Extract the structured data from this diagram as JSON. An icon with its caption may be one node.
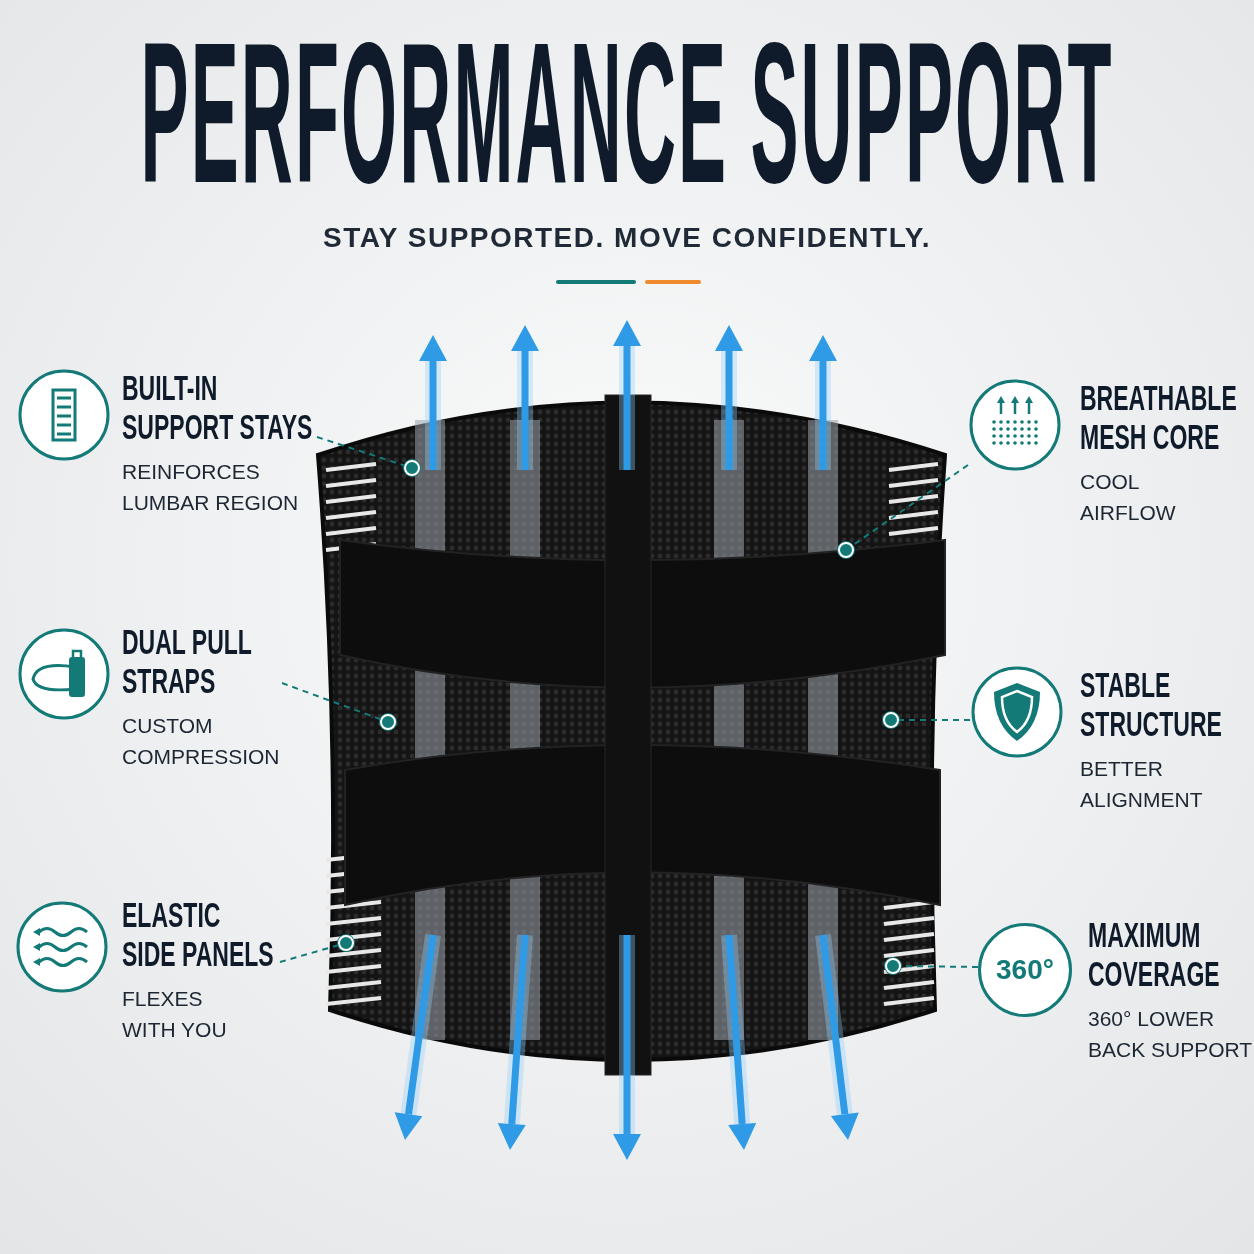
{
  "diagram": {
    "title": "PERFORMANCE SUPPORT",
    "nodes": [
      {
        "text": [
          "BUILT-IN SUPPORT STAYS",
          "REINFORCES LUMBAR REGION"
        ]
      },
      {
        "text": [
          "BREATHABLE MESH CORE",
          "COOL AIRFLOW"
        ]
      },
      {
        "text": [
          "DUAL PULL STRAPS",
          "CUSTOM COMPRESSION"
        ]
      },
      {
        "text": [
          "STABLE STRUCTURE",
          "BETTER ALIGNMENT"
        ]
      },
      {
        "text": [
          "ELASTIC SIDE PANELS",
          "FLEXES WITH YOU"
        ]
      },
      {
        "text": [
          "360°",
          "MAXIMUM COVERAGE",
          "360° LOWER BACK SUPPORT"
        ]
      },
      {
        "text": [],
        "shape": "circle"
      },
      {
        "text": [],
        "shape": "circle"
      },
      {
        "text": [],
        "shape": "circle"
      },
      {
        "text": [],
        "shape": "circle"
      },
      {
        "text": [],
        "shape": "circle"
      },
      {
        "text": [],
        "shape": "circle"
      }
    ],
    "edges": [
      {
        "from": 0,
        "to": 6,
        "arrow": "none",
        "style": "dashed"
      },
      {
        "from": 1,
        "to": 7,
        "arrow": "none",
        "style": "dashed"
      },
      {
        "from": 2,
        "to": 8,
        "arrow": "none",
        "style": "dashed"
      },
      {
        "from": 3,
        "to": 9,
        "arrow": "none",
        "style": "dashed"
      },
      {
        "from": 4,
        "to": 10,
        "arrow": "none",
        "style": "dashed"
      },
      {
        "from": 5,
        "to": 11,
        "arrow": "none",
        "style": "dashed"
      }
    ],
    "labels": [
      "STAY SUPPORTED. MOVE CONFIDENTLY."
    ]
  }
}
